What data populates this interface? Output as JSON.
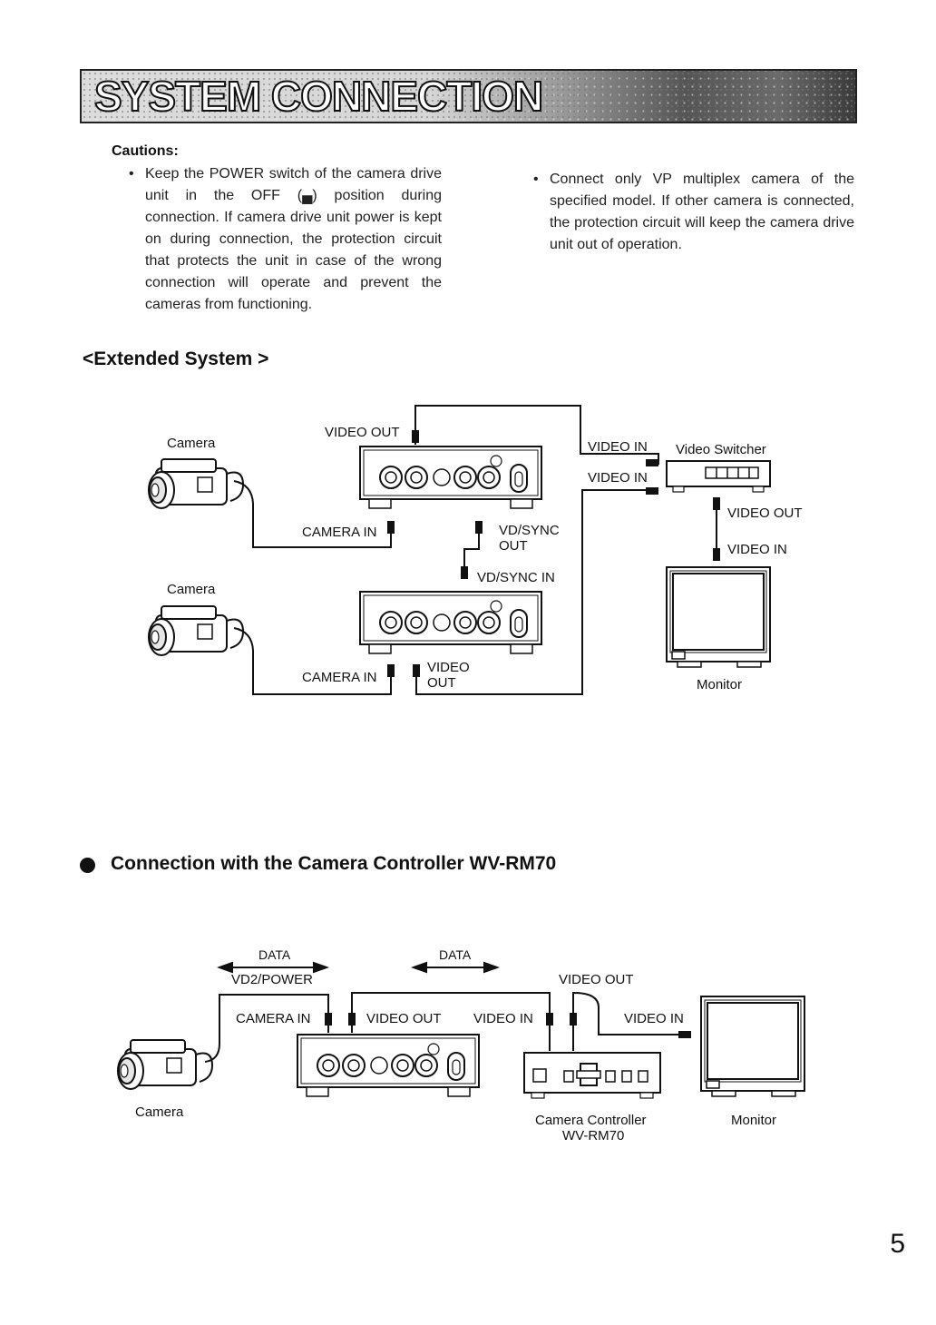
{
  "header": {
    "title": "SYSTEM CONNECTION"
  },
  "cautions": {
    "heading": "Cautions:",
    "items": [
      "Keep the POWER switch of the camera drive unit in the OFF (▄) position during connection. If camera drive unit power is kept on during connection, the protection circuit that protects the unit in case of the wrong connection will operate and prevent the cameras from functioning.",
      "Connect only VP multiplex camera of the specified model. If other camera is connected, the protection circuit will keep the camera drive unit out of operation."
    ]
  },
  "extended": {
    "heading": "<Extended System >",
    "labels": {
      "camera1": "Camera",
      "camera2": "Camera",
      "video_out_top": "VIDEO OUT",
      "camera_in_1": "CAMERA IN",
      "vd_sync_out_1": "VD/SYNC",
      "vd_sync_out_2": "OUT",
      "vd_sync_in": "VD/SYNC IN",
      "camera_in_2": "CAMERA IN",
      "video_out_bottom_1": "VIDEO",
      "video_out_bottom_2": "OUT",
      "video_in_1": "VIDEO IN",
      "video_in_2": "VIDEO IN",
      "video_switcher": "Video Switcher",
      "switcher_video_out": "VIDEO OUT",
      "monitor_video_in": "VIDEO IN",
      "monitor": "Monitor"
    }
  },
  "rm70": {
    "heading": "Connection with the Camera Controller WV-RM70",
    "labels": {
      "data_left": "DATA",
      "vd2_power": "VD2/POWER",
      "data_right": "DATA",
      "video_out_top": "VIDEO OUT",
      "camera_in": "CAMERA IN",
      "video_out": "VIDEO OUT",
      "video_in_ctrl": "VIDEO IN",
      "video_in_monitor": "VIDEO IN",
      "camera": "Camera",
      "controller_1": "Camera Controller",
      "controller_2": "WV-RM70",
      "monitor": "Monitor"
    }
  },
  "footer": {
    "page_number": "5"
  }
}
